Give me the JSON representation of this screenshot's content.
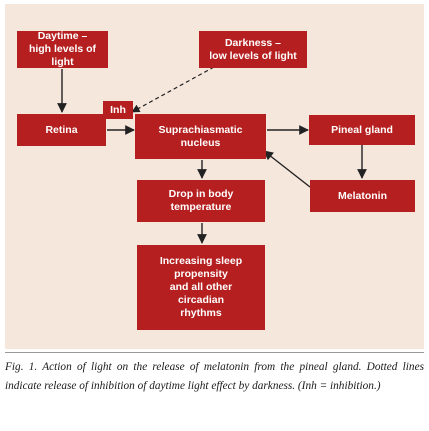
{
  "nodes": {
    "daytime": {
      "line1": "Daytime –",
      "line2": "high levels of light"
    },
    "darkness": {
      "line1": "Darkness –",
      "line2": "low levels of light"
    },
    "inh": "Inh",
    "retina": "Retina",
    "scn": {
      "line1": "Suprachiasmatic",
      "line2": "nucleus"
    },
    "pineal": "Pineal gland",
    "melatonin": "Melatonin",
    "temp": {
      "line1": "Drop in body",
      "line2": "temperature"
    },
    "sleep": {
      "line1": "Increasing sleep",
      "line2": "propensity",
      "line3": "and all other",
      "line4": "circadian",
      "line5": "rhythms"
    }
  },
  "colors": {
    "node_fill": "#b51f1f",
    "panel_bg": "#f6e7dd",
    "arrow": "#222222"
  },
  "caption": "Fig. 1. Action of light on the release of melatonin from the pineal gland. Dotted lines indicate release of inhibition of daytime light effect by darkness. (Inh = inhibition.)"
}
